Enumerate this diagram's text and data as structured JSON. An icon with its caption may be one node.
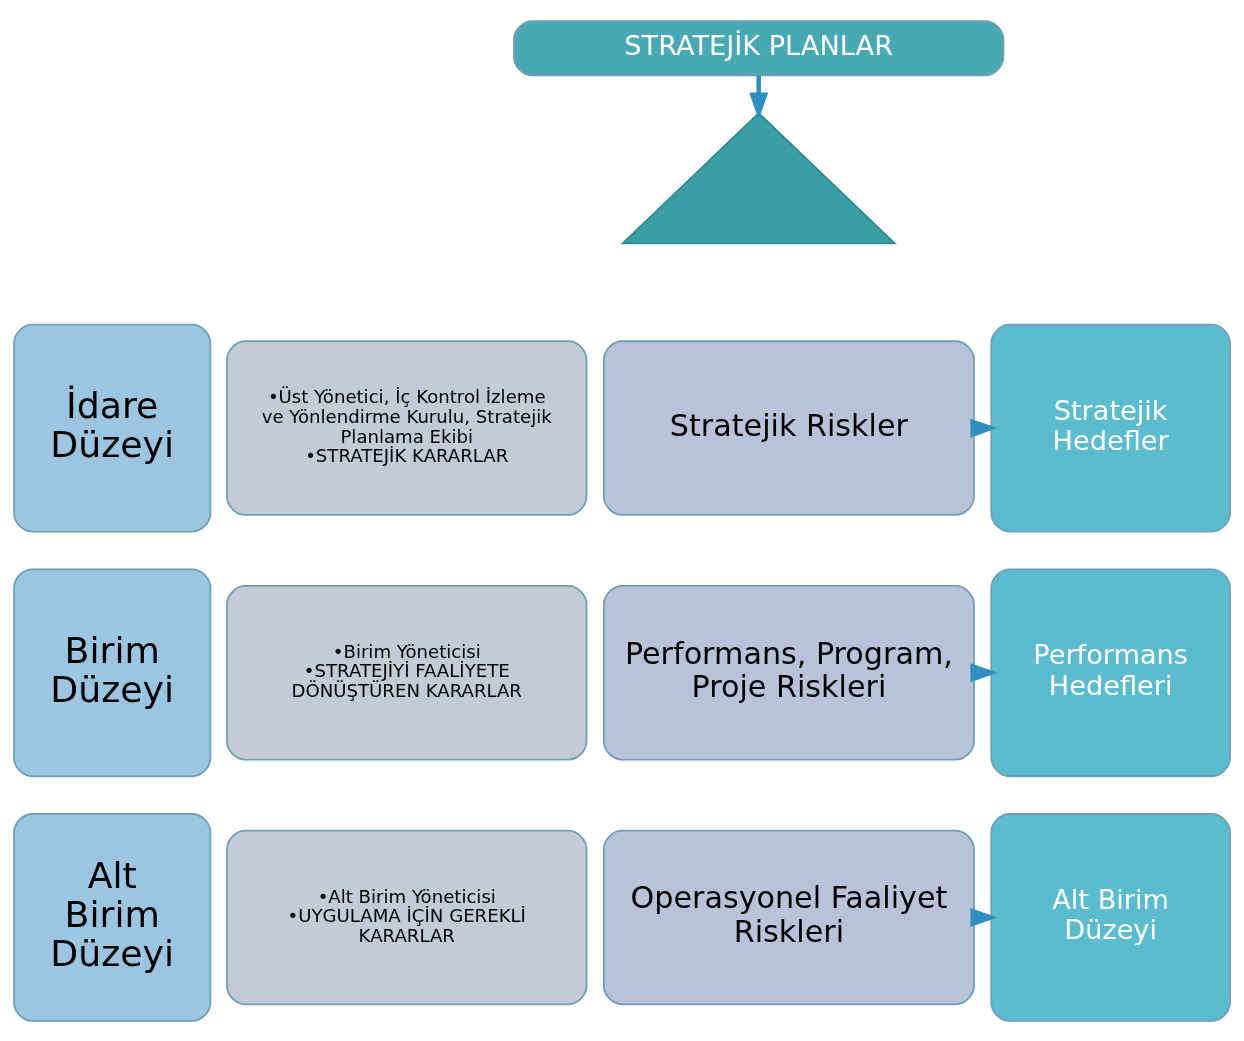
{
  "diagram": {
    "nodes": [
      {
        "text": [
          "STRATEJİK PLANLAR"
        ]
      },
      {
        "text": [],
        "shape": "triangle"
      },
      {
        "text": [
          "İdare Düzeyi"
        ]
      },
      {
        "text": [
          "•Üst Yönetici, İç Kontrol İzleme ve Yönlendirme Kurulu, Stratejik Planlama Ekibi",
          "•STRATEJİK KARARLAR"
        ]
      },
      {
        "text": [
          "Birim Düzeyi"
        ]
      },
      {
        "text": [
          "•Birim Yöneticisi",
          "•STRATEJİYİ FAALİYETE DÖNÜŞTÜREN KARARLAR"
        ]
      },
      {
        "text": [
          "Alt Birim Düzeyi"
        ]
      },
      {
        "text": [
          "•Alt Birim Yöneticisi",
          "•UYGULAMA İÇİN GEREKLİ KARARLAR"
        ]
      },
      {
        "text": [
          "Stratejik Hedefler"
        ]
      },
      {
        "text": [
          "Stratejik Riskler"
        ]
      },
      {
        "text": [
          "Performans Hedefleri"
        ]
      },
      {
        "text": [
          "Performans, Program, Proje Riskleri"
        ]
      },
      {
        "text": [
          "Alt Birim Düzeyi"
        ]
      },
      {
        "text": [
          "Operasyonel Faaliyet Riskleri"
        ]
      }
    ],
    "edges": [
      {
        "from": 0,
        "to": 1,
        "arrow": "to"
      },
      {
        "from": 9,
        "to": 8,
        "arrow": "to"
      },
      {
        "from": 11,
        "to": 10,
        "arrow": "to"
      },
      {
        "from": 13,
        "to": 12,
        "arrow": "to"
      }
    ]
  }
}
